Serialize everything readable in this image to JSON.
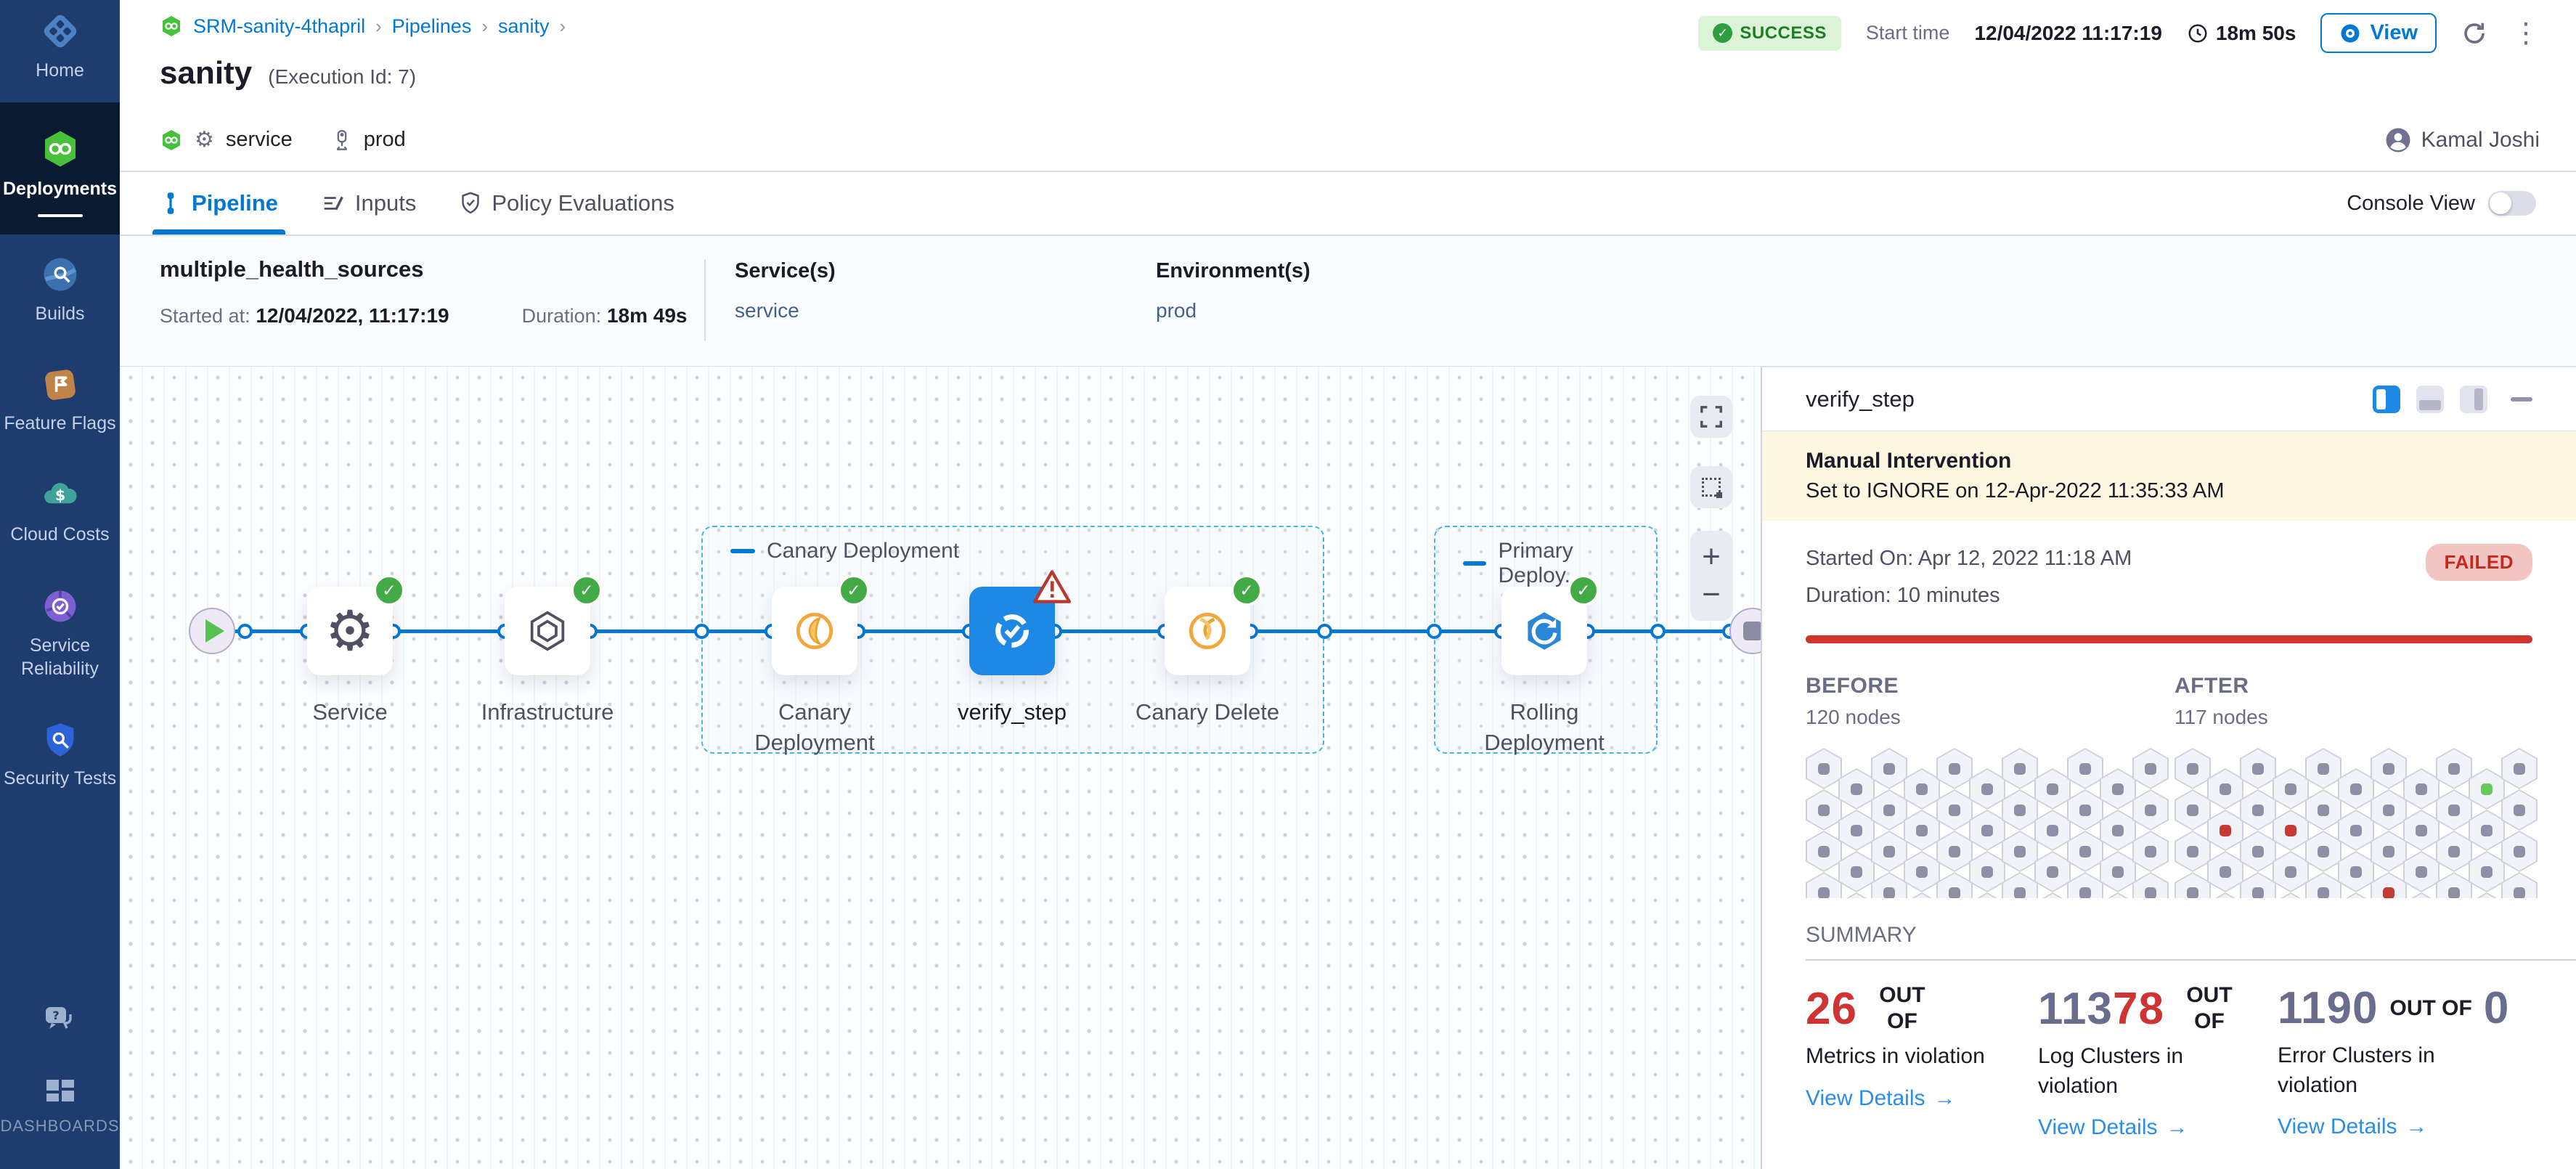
{
  "sidebar": {
    "items": [
      {
        "id": "home",
        "label": "Home",
        "icon": "harness"
      },
      {
        "id": "deployments",
        "label": "Deployments",
        "icon": "cd",
        "active": true
      },
      {
        "id": "builds",
        "label": "Builds",
        "icon": "ci"
      },
      {
        "id": "feature-flags",
        "label": "Feature Flags",
        "icon": "ff"
      },
      {
        "id": "cloud-costs",
        "label": "Cloud Costs",
        "icon": "ce"
      },
      {
        "id": "service-reliability",
        "label": "Service Reliability",
        "icon": "srm"
      },
      {
        "id": "security-tests",
        "label": "Security Tests",
        "icon": "sto"
      },
      {
        "id": "help",
        "label": "",
        "icon": "help",
        "cls": "push"
      },
      {
        "id": "dashboards",
        "label": "DASHBOARDS",
        "icon": "dash",
        "cls": "dash"
      }
    ]
  },
  "header": {
    "breadcrumbs": [
      "SRM-sanity-4thapril",
      "Pipelines",
      "sanity"
    ],
    "title": "sanity",
    "execution_id": "(Execution Id: 7)",
    "status_badge": "SUCCESS",
    "start_time_label": "Start time",
    "start_time": "12/04/2022 11:17:19",
    "duration": "18m 50s",
    "view_button": "View",
    "service_tag": "service",
    "environment_tag": "prod",
    "user_name": "Kamal Joshi"
  },
  "tabs": {
    "items": [
      {
        "id": "pipeline",
        "label": "Pipeline",
        "icon": "tab_pipeline"
      },
      {
        "id": "inputs",
        "label": "Inputs",
        "icon": "tab_inputs"
      },
      {
        "id": "policy-evaluations",
        "label": "Policy Evaluations",
        "icon": "tab_policy"
      }
    ],
    "active": "Pipeline",
    "console_view_label": "Console View"
  },
  "run_info": {
    "name": "multiple_health_sources",
    "started_label": "Started at:",
    "started_value": "12/04/2022, 11:17:19",
    "duration_label": "Duration:",
    "duration_value": "18m 49s",
    "services_label": "Service(s)",
    "services_value": "service",
    "environments_label": "Environment(s)",
    "environments_value": "prod"
  },
  "pipeline": {
    "groups": [
      {
        "label": "Canary Deployment"
      },
      {
        "label": "Primary Deploy..."
      }
    ],
    "nodes": [
      {
        "label": "Service",
        "icon": "gear",
        "status": "success"
      },
      {
        "label": "Infrastructure",
        "icon": "infra",
        "status": "success"
      },
      {
        "label": "Canary Deployment",
        "icon": "canary",
        "status": "success"
      },
      {
        "label": "verify_step",
        "icon": "verify",
        "status": "warning",
        "selected": true
      },
      {
        "label": "Canary Delete",
        "icon": "canary_del",
        "status": "success"
      },
      {
        "label": "Rolling Deployment",
        "icon": "rolling",
        "status": "success"
      }
    ]
  },
  "panel": {
    "title": "verify_step",
    "banner_title": "Manual Intervention",
    "banner_text": "Set to IGNORE on 12-Apr-2022 11:35:33 AM",
    "started_on": "Started On: Apr 12, 2022 11:18 AM",
    "duration": "Duration: 10 minutes",
    "status": "FAILED",
    "before_label": "BEFORE",
    "before_nodes": "120 nodes",
    "after_label": "AFTER",
    "after_nodes": "117 nodes",
    "before_grid": {
      "cols": 11,
      "rows": 4,
      "special": {}
    },
    "after_grid": {
      "cols": 11,
      "rows": 4,
      "special": {
        "9,0": "green",
        "1,1": "red",
        "3,1": "red",
        "6,3": "red"
      }
    },
    "summary_label": "SUMMARY",
    "cards": [
      {
        "number_parts": [
          {
            "text": "26",
            "color": "red"
          }
        ],
        "out_of": "OUT OF",
        "label": "Metrics in violation",
        "link": "View Details"
      },
      {
        "number_parts": [
          {
            "text": "113",
            "color": "gray"
          },
          {
            "text": "78",
            "color": "red"
          }
        ],
        "out_of": "OUT OF",
        "label": "Log Clusters in violation",
        "link": "View Details"
      },
      {
        "number_parts": [
          {
            "text": "1190",
            "color": "gray"
          }
        ],
        "out_of": "OUT OF",
        "number_after": "0",
        "label": "Error Clusters in violation",
        "link": "View Details"
      }
    ]
  },
  "colors": {
    "accent_blue": "#0278d5",
    "success_green": "#42ab45",
    "error_red": "#cf3434",
    "selected_node_blue": "#1e88e5",
    "banner_yellow": "#fdf7e2",
    "sidebar_navy": "#1e3c6d"
  }
}
